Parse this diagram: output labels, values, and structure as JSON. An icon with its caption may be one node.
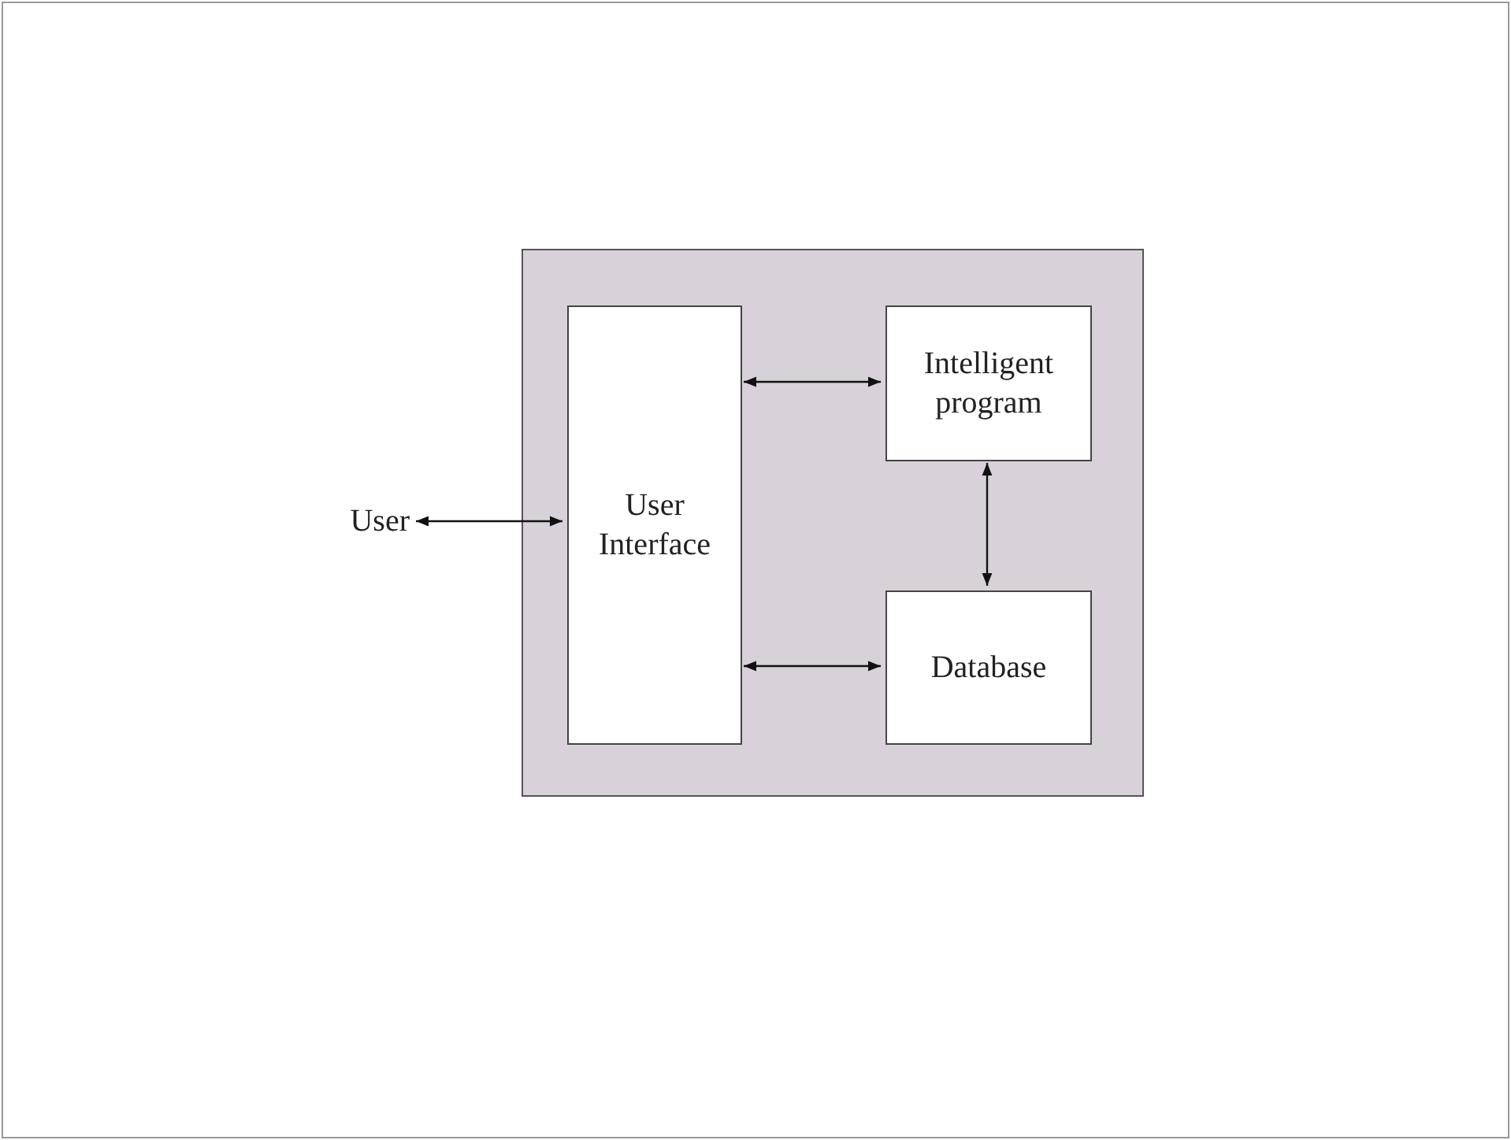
{
  "diagram": {
    "nodes": [
      {
        "text": [
          "User"
        ]
      },
      {
        "text": [],
        "shape": "box"
      },
      {
        "text": [
          "User Interface"
        ],
        "in": 1
      },
      {
        "text": [
          "Intelligent program"
        ],
        "in": 1
      },
      {
        "text": [
          "Database"
        ],
        "in": 1
      }
    ],
    "edges": [
      {
        "from": 0,
        "to": 2,
        "arrow": "both"
      },
      {
        "from": 2,
        "to": 3,
        "arrow": "both"
      },
      {
        "from": 2,
        "to": 4,
        "arrow": "both"
      },
      {
        "from": 3,
        "to": 4,
        "arrow": "both"
      }
    ]
  }
}
